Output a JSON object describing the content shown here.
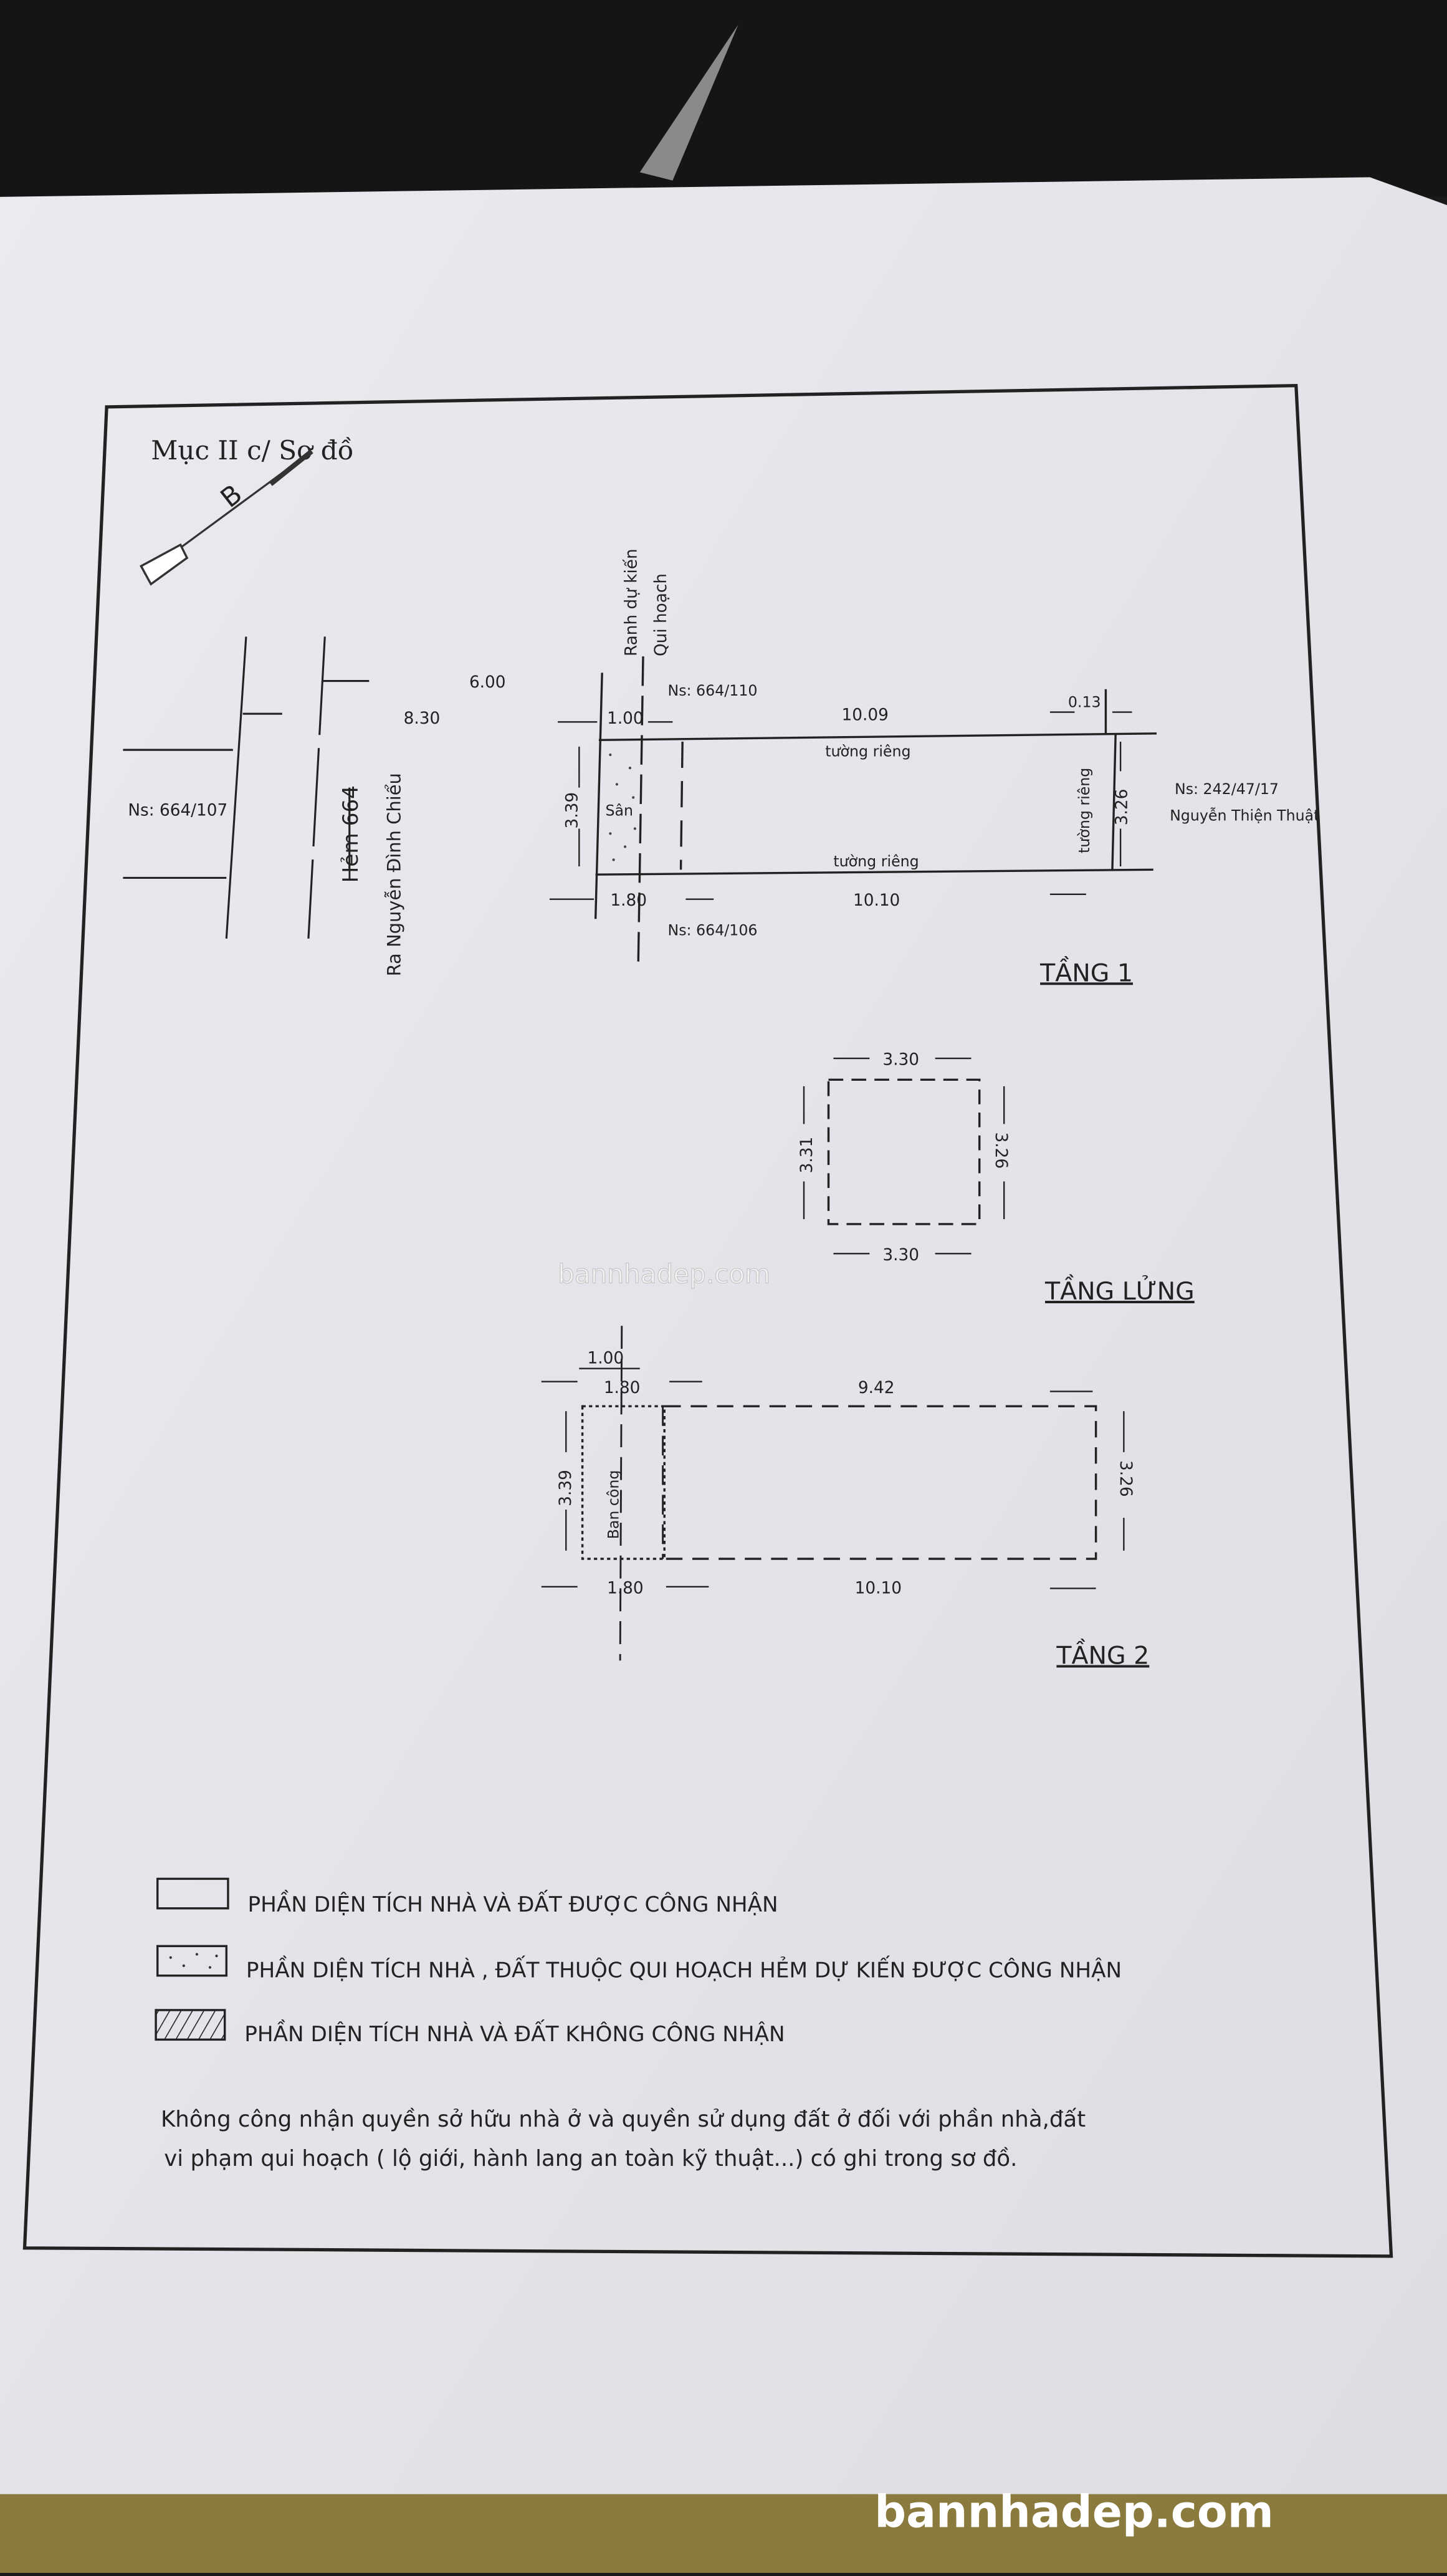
{
  "header": {
    "title": "Mục II c/ Sơ đồ",
    "north_label": "B"
  },
  "site": {
    "left_neighbor": "Ns: 664/107",
    "alley": "Hẻm 664",
    "alley_direction": "Ra Nguyễn Đình Chiểu",
    "dim_830": "8.30",
    "dim_600": "6.00",
    "planning_line": "Ranh dự kiến",
    "planning_line_2": "Qui hoạch"
  },
  "floor1": {
    "title": "TẦNG 1",
    "top_neighbor": "Ns: 664/110",
    "bottom_neighbor": "Ns: 664/106",
    "right_neighbor": "Ns: 242/47/17",
    "right_neighbor_street": "Nguyễn Thiện Thuật",
    "dim_top_left": "1.00",
    "dim_top": "10.09",
    "dim_top_right": "0.13",
    "dim_left": "3.39",
    "dim_right": "3.26",
    "dim_bottom_left": "1.80",
    "dim_bottom": "10.10",
    "wall_top": "tường riêng",
    "wall_bottom": "tường riêng",
    "wall_right": "tường riêng",
    "yard": "Sân"
  },
  "mezzanine": {
    "title": "TẦNG LỬNG",
    "dim_top": "3.30",
    "dim_bottom": "3.30",
    "dim_left": "3.31",
    "dim_right": "3.26"
  },
  "floor2": {
    "title": "TẦNG 2",
    "dim_top_left_1": "1.00",
    "dim_top_left_2": "1.80",
    "dim_top": "9.42",
    "dim_left": "3.39",
    "dim_right": "3.26",
    "dim_bottom_left": "1.80",
    "dim_bottom": "10.10",
    "balcony": "Ban công"
  },
  "legend": [
    {
      "pattern": "empty",
      "label": "PHẦN DIỆN TÍCH NHÀ VÀ ĐẤT ĐƯỢC CÔNG NHẬN"
    },
    {
      "pattern": "dotted",
      "label": "PHẦN DIỆN TÍCH NHÀ , ĐẤT THUỘC QUI HOẠCH HẺM DỰ KIẾN ĐƯỢC CÔNG NHẬN"
    },
    {
      "pattern": "hatched",
      "label": "PHẦN DIỆN TÍCH NHÀ VÀ ĐẤT KHÔNG CÔNG NHẬN"
    }
  ],
  "note": {
    "line1": "Không công nhận quyền sở hữu nhà ở và quyền sử dụng đất ở đối với phần nhà,đất",
    "line2": "vi phạm qui hoạch ( lộ giới, hành lang an toàn kỹ thuật...) có ghi trong sơ đồ."
  },
  "watermark_center": "bannhadep.com",
  "watermark_corner": "bannhadep.com"
}
